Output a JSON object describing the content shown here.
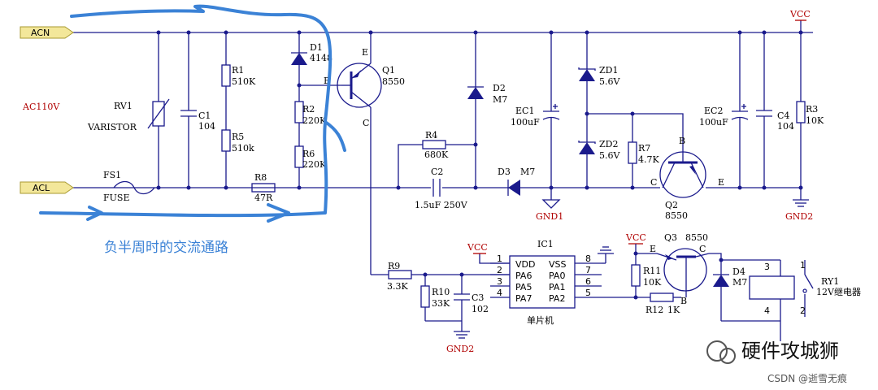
{
  "ports": {
    "acn": "ACN",
    "acl": "ACL"
  },
  "title_label": "AC110V",
  "annotation": "负半周时的交流通路",
  "components": {
    "rv1": {
      "ref": "RV1",
      "value": "VARISTOR"
    },
    "c1": {
      "ref": "C1",
      "value": "104"
    },
    "r1": {
      "ref": "R1",
      "value": "510K"
    },
    "r5": {
      "ref": "R5",
      "value": "510k"
    },
    "fs1": {
      "ref": "FS1",
      "value": "FUSE"
    },
    "r8": {
      "ref": "R8",
      "value": "47R"
    },
    "d1": {
      "ref": "D1",
      "value": "4148"
    },
    "r2": {
      "ref": "R2",
      "value": "220K"
    },
    "r6": {
      "ref": "R6",
      "value": "220K"
    },
    "q1": {
      "ref": "Q1",
      "value": "8550"
    },
    "d2": {
      "ref": "D2",
      "value": "M7"
    },
    "r4": {
      "ref": "R4",
      "value": "680K"
    },
    "c2": {
      "ref": "C2",
      "value": "1.5uF 250V"
    },
    "d3": {
      "ref": "D3",
      "value": "M7"
    },
    "ec1": {
      "ref": "EC1",
      "value": "100uF"
    },
    "zd1": {
      "ref": "ZD1",
      "value": "5.6V"
    },
    "zd2": {
      "ref": "ZD2",
      "value": "5.6V"
    },
    "r7": {
      "ref": "R7",
      "value": "4.7K"
    },
    "q2": {
      "ref": "Q2",
      "value": "8550"
    },
    "ec2": {
      "ref": "EC2",
      "value": "100uF"
    },
    "c4": {
      "ref": "C4",
      "value": "104"
    },
    "r3": {
      "ref": "R3",
      "value": "10K"
    },
    "r9": {
      "ref": "R9",
      "value": "3.3K"
    },
    "r10": {
      "ref": "R10",
      "value": "33K"
    },
    "c3": {
      "ref": "C3",
      "value": "102"
    },
    "ic1": {
      "ref": "IC1",
      "value": "单片机"
    },
    "q3": {
      "ref": "Q3",
      "value": "8550"
    },
    "r11": {
      "ref": "R11",
      "value": "10K"
    },
    "r12": {
      "ref": "R12",
      "value": "1K"
    },
    "d4": {
      "ref": "D4",
      "value": "M7"
    },
    "ry1": {
      "ref": "RY1",
      "value": "12V继电器"
    }
  },
  "ic_pins": {
    "left": [
      "VDD",
      "PA6",
      "PA5",
      "PA7"
    ],
    "right": [
      "VSS",
      "PA0",
      "PA1",
      "PA2"
    ],
    "left_nums": [
      "1",
      "2",
      "3",
      "4"
    ],
    "right_nums": [
      "8",
      "7",
      "6",
      "5"
    ]
  },
  "nets": {
    "vcc": "VCC",
    "gnd1": "GND1",
    "gnd2": "GND2"
  },
  "pin_letters": {
    "b": "B",
    "c": "C",
    "e": "E"
  },
  "relay_pins": [
    "1",
    "2",
    "3",
    "4"
  ],
  "watermark": {
    "title": "硬件攻城狮",
    "credit": "CSDN @逝雪无痕"
  }
}
